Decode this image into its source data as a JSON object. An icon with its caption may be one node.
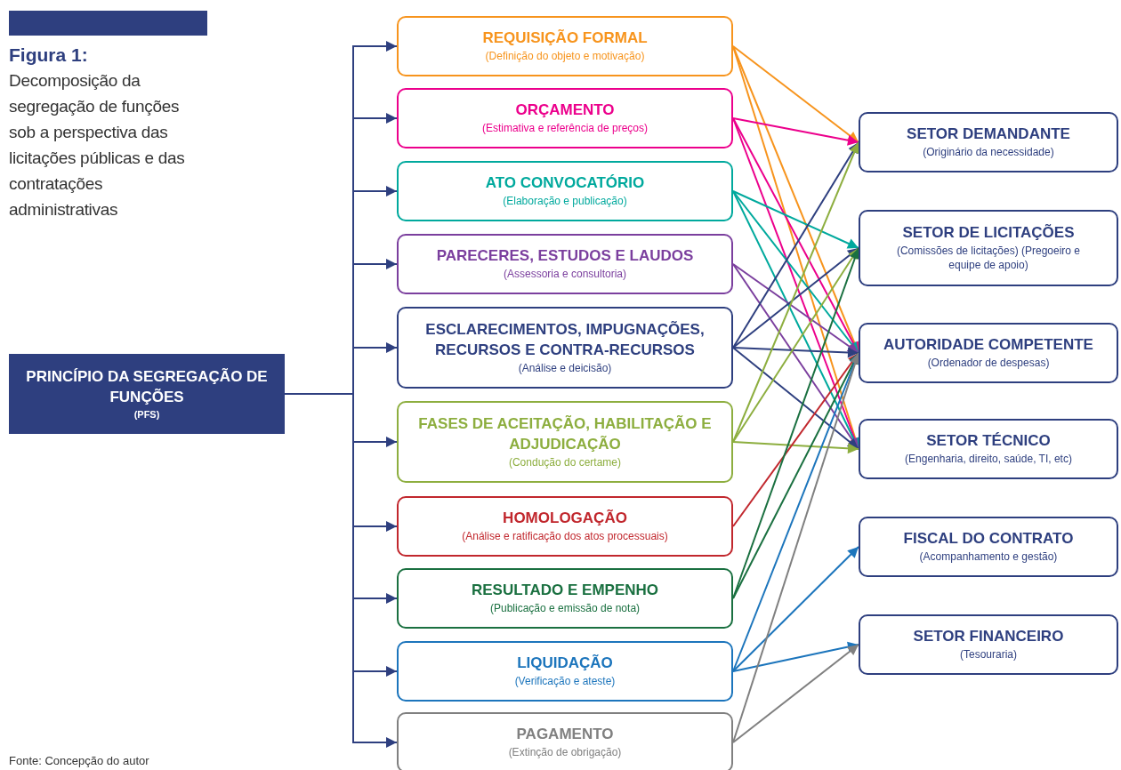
{
  "diagram": {
    "title": "Figura 1:",
    "caption": "Fonte: Concepção do autor",
    "labels": [
      "Decomposição da segregação de funções sob a perspectiva das licitações públicas e das contratações administrativas"
    ],
    "nodes": [
      {
        "text": [
          "PRINCÍPIO DA SEGREGAÇÃO DE FUNÇÕES",
          "(PFS)"
        ]
      },
      {
        "text": [
          "REQUISIÇÃO FORMAL",
          "(Definição do objeto e motivação)"
        ]
      },
      {
        "text": [
          "ORÇAMENTO",
          "(Estimativa e referência de preços)"
        ]
      },
      {
        "text": [
          "ATO CONVOCATÓRIO",
          "(Elaboração e publicação)"
        ]
      },
      {
        "text": [
          "PARECERES, ESTUDOS E LAUDOS",
          "(Assessoria e consultoria)"
        ]
      },
      {
        "text": [
          "ESCLARECIMENTOS, IMPUGNAÇÕES, RECURSOS E CONTRA-RECURSOS",
          "(Análise e deicisão)"
        ]
      },
      {
        "text": [
          "FASES DE ACEITAÇÃO, HABILITAÇÃO E ADJUDICAÇÃO",
          "(Condução do certame)"
        ]
      },
      {
        "text": [
          "HOMOLOGAÇÃO",
          "(Análise e ratificação dos atos processuais)"
        ]
      },
      {
        "text": [
          "RESULTADO E EMPENHO",
          "(Publicação e emissão de nota)"
        ]
      },
      {
        "text": [
          "LIQUIDAÇÃO",
          "(Verificação e ateste)"
        ]
      },
      {
        "text": [
          "PAGAMENTO",
          "(Extinção de obrigação)"
        ]
      },
      {
        "text": [
          "SETOR DEMANDANTE",
          "(Originário da necessidade)"
        ]
      },
      {
        "text": [
          "SETOR DE LICITAÇÕES",
          "(Comissões de licitações) (Pregoeiro e equipe de apoio)"
        ]
      },
      {
        "text": [
          "AUTORIDADE COMPETENTE",
          "(Ordenador de despesas)"
        ]
      },
      {
        "text": [
          "SETOR TÉCNICO",
          "(Engenharia, direito, saúde, TI, etc)"
        ]
      },
      {
        "text": [
          "FISCAL DO CONTRATO",
          "(Acompanhamento e gestão)"
        ]
      },
      {
        "text": [
          "SETOR FINANCEIRO",
          "(Tesouraria)"
        ]
      }
    ],
    "edges": [
      {
        "from": 0,
        "to": 1,
        "arrow": "to"
      },
      {
        "from": 0,
        "to": 2,
        "arrow": "to"
      },
      {
        "from": 0,
        "to": 3,
        "arrow": "to"
      },
      {
        "from": 0,
        "to": 4,
        "arrow": "to"
      },
      {
        "from": 0,
        "to": 5,
        "arrow": "to"
      },
      {
        "from": 0,
        "to": 6,
        "arrow": "to"
      },
      {
        "from": 0,
        "to": 7,
        "arrow": "to"
      },
      {
        "from": 0,
        "to": 8,
        "arrow": "to"
      },
      {
        "from": 0,
        "to": 9,
        "arrow": "to"
      },
      {
        "from": 0,
        "to": 10,
        "arrow": "to"
      },
      {
        "from": 1,
        "to": 11,
        "arrow": "to",
        "color": "#f7941d"
      },
      {
        "from": 1,
        "to": 13,
        "arrow": "to",
        "color": "#f7941d"
      },
      {
        "from": 1,
        "to": 14,
        "arrow": "to",
        "color": "#f7941d"
      },
      {
        "from": 2,
        "to": 11,
        "arrow": "to",
        "color": "#ec008c"
      },
      {
        "from": 2,
        "to": 13,
        "arrow": "to",
        "color": "#ec008c"
      },
      {
        "from": 2,
        "to": 14,
        "arrow": "to",
        "color": "#ec008c"
      },
      {
        "from": 3,
        "to": 12,
        "arrow": "to",
        "color": "#00a99d"
      },
      {
        "from": 3,
        "to": 13,
        "arrow": "to",
        "color": "#00a99d"
      },
      {
        "from": 3,
        "to": 14,
        "arrow": "to",
        "color": "#00a99d"
      },
      {
        "from": 4,
        "to": 13,
        "arrow": "to",
        "color": "#7b3f9e"
      },
      {
        "from": 4,
        "to": 14,
        "arrow": "to",
        "color": "#7b3f9e"
      },
      {
        "from": 5,
        "to": 11,
        "arrow": "to"
      },
      {
        "from": 5,
        "to": 12,
        "arrow": "to"
      },
      {
        "from": 5,
        "to": 13,
        "arrow": "to"
      },
      {
        "from": 5,
        "to": 14,
        "arrow": "to"
      },
      {
        "from": 6,
        "to": 11,
        "arrow": "to",
        "color": "#8dae3f"
      },
      {
        "from": 6,
        "to": 12,
        "arrow": "to",
        "color": "#8dae3f"
      },
      {
        "from": 6,
        "to": 14,
        "arrow": "to",
        "color": "#8dae3f"
      },
      {
        "from": 7,
        "to": 13,
        "arrow": "to",
        "color": "#c1272d"
      },
      {
        "from": 8,
        "to": 12,
        "arrow": "to",
        "color": "#1a7040"
      },
      {
        "from": 8,
        "to": 13,
        "arrow": "to",
        "color": "#1a7040"
      },
      {
        "from": 9,
        "to": 13,
        "arrow": "to",
        "color": "#1c75bc"
      },
      {
        "from": 9,
        "to": 15,
        "arrow": "to",
        "color": "#1c75bc"
      },
      {
        "from": 9,
        "to": 16,
        "arrow": "to",
        "color": "#1c75bc"
      },
      {
        "from": 10,
        "to": 13,
        "arrow": "to",
        "color": "#808080"
      },
      {
        "from": 10,
        "to": 16,
        "arrow": "to",
        "color": "#808080"
      }
    ]
  }
}
